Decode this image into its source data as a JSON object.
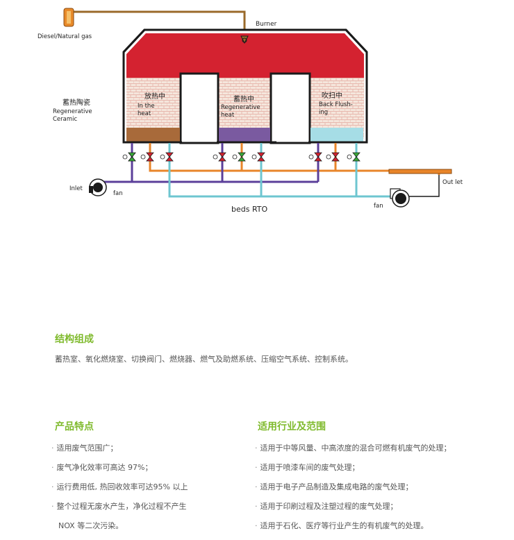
{
  "diagram": {
    "burner": "Burner",
    "fuel": "Diesel/Natural  gas",
    "ceramic_cn": "蓄热陶瓷",
    "ceramic_en1": "Regenerative",
    "ceramic_en2": "Ceramic",
    "chamber1_cn": "放热中",
    "chamber1_en1": "In  the",
    "chamber1_en2": "heat",
    "chamber2_cn": "蓄热中",
    "chamber2_en1": "Regenerative",
    "chamber2_en2": "heat",
    "chamber3_cn": "吹扫中",
    "chamber3_en1": "Back Flush-",
    "chamber3_en2": "ing",
    "inlet": "Inlet",
    "fan_inlet": "fan",
    "outlet": "Out let",
    "fan_outlet": "fan",
    "caption": "beds  RTO",
    "colors": {
      "flame": "#d42230",
      "hot_pipe": "#e8852a",
      "cold_pipe": "#6ec6d0",
      "inlet_pipe": "#5b3f9a",
      "bed1": "#a86a3a",
      "bed2": "#7a5aa0",
      "bed3": "#a6dde6",
      "burner_pipe": "#9a6a2a"
    }
  },
  "structure": {
    "title": "结构组成",
    "body": "蓄热室、氧化燃烧室、切换阀门、燃烧器、燃气及助燃系统、压缩空气系统、控制系统。"
  },
  "features": {
    "title": "产品特点",
    "items": [
      "适用废气范围广；",
      "废气净化效率可高达 97%；",
      "运行费用低, 热回收效率可达95% 以上",
      "整个过程无废水产生，净化过程不产生"
    ],
    "continuation": "NOX 等二次污染。"
  },
  "applications": {
    "title": "适用行业及范围",
    "items": [
      "适用于中等风量、中高浓度的混合可燃有机废气的处理；",
      "适用于喷漆车间的废气处理；",
      "适用于电子产品制造及集成电路的废气处理；",
      "适用于印刷过程及注塑过程的废气处理；",
      "适用于石化、医疗等行业产生的有机废气的处理。"
    ]
  },
  "bullet": "·"
}
